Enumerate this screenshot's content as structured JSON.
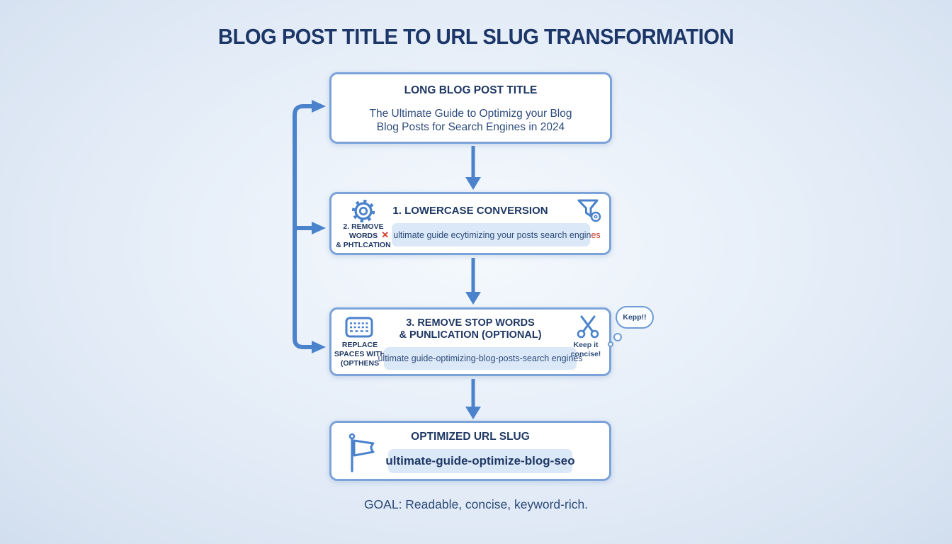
{
  "title": "BLOG POST TITLE TO URL SLUG TRANSFORMATION",
  "goal": "GOAL: Readable, concise, keyword-rich.",
  "colors": {
    "accent": "#4a82cc",
    "box_border": "#7ba3d9",
    "heading_navy": "#1f3864",
    "body_navy": "#2e4d7b",
    "field_bg": "#dbe8f8",
    "error_red": "#d6402f"
  },
  "icons": {
    "step1_left": "gear-icon",
    "step1_right": "funnel-filter-icon",
    "step2_left": "keyboard-icon",
    "step2_right": "scissors-icon",
    "output_left": "flag-icon",
    "field_error": "x-mark-icon"
  },
  "flow": {
    "input_box": {
      "heading": "LONG BLOG POST TITLE",
      "body_line1": "The Ultimate Guide to Optimizg your Blog",
      "body_line2": "Blog Posts for Search Engines in 2024"
    },
    "step1_box": {
      "heading": "1. LOWERCASE CONVERSION",
      "side_label_line1": "2. REMOVE",
      "side_label_line2": "WORDS",
      "side_label_line3": "& PHTLCATION",
      "field_error_mark": "✕",
      "field_text": "ultimate guide ecytimizing your posts search engin",
      "field_text_red_suffix": "es"
    },
    "step2_box": {
      "heading_line1": "3. REMOVE STOP WORDS",
      "heading_line2": "& PUNLICATION (OPTIONAL)",
      "side_label_line1": "REPLACE",
      "side_label_line2": "SPACES WITH",
      "side_label_line3": "(OPTHENS",
      "field_text": "ultimate guide-optimizing-blog-posts-search engines",
      "note_line1": "Keep it",
      "note_line2": "concise!",
      "thought_bubble": "Kepp!!"
    },
    "output_box": {
      "heading": "OPTIMIZED URL SLUG",
      "field_text": "ultimate-guide-optimize-blog-seo"
    }
  }
}
